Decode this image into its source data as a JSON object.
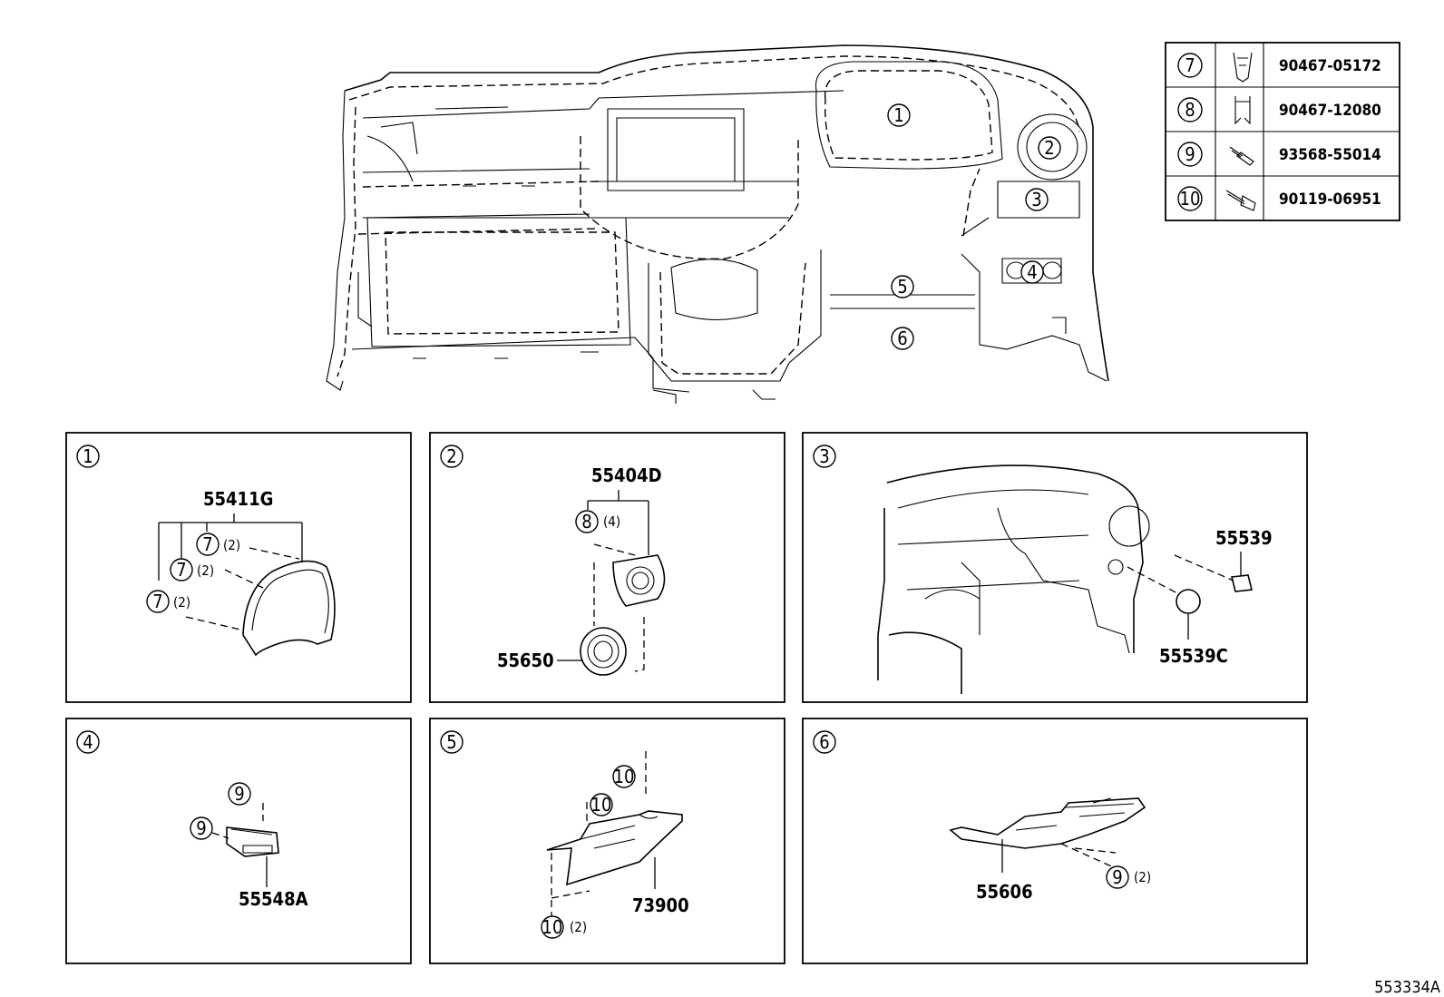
{
  "fastener_table": [
    {
      "ref": "7",
      "part": "90467-05172",
      "icon": "clip-icon"
    },
    {
      "ref": "8",
      "part": "90467-12080",
      "icon": "clip-icon"
    },
    {
      "ref": "9",
      "part": "93568-55014",
      "icon": "screw-icon"
    },
    {
      "ref": "10",
      "part": "90119-06951",
      "icon": "bolt-icon"
    }
  ],
  "overview": {
    "callouts": [
      "1",
      "2",
      "3",
      "4",
      "5",
      "6"
    ]
  },
  "panels": {
    "p1": {
      "ref": "1",
      "part": "55411G",
      "clips": [
        "7",
        "7",
        "7"
      ],
      "counts": [
        "(2)",
        "(2)",
        "(2)"
      ]
    },
    "p2": {
      "ref": "2",
      "part_top": "55404D",
      "clip": "8",
      "count": "(4)",
      "part_bottom": "55650"
    },
    "p3": {
      "ref": "3",
      "part_a": "55539",
      "part_b": "55539C"
    },
    "p4": {
      "ref": "4",
      "screws": [
        "9",
        "9"
      ],
      "part": "55548A"
    },
    "p5": {
      "ref": "5",
      "bolts": [
        "10",
        "10",
        "10"
      ],
      "count": "(2)",
      "part": "73900"
    },
    "p6": {
      "ref": "6",
      "screw": "9",
      "count": "(2)",
      "part": "55606"
    }
  },
  "diagram_id": "553334A"
}
